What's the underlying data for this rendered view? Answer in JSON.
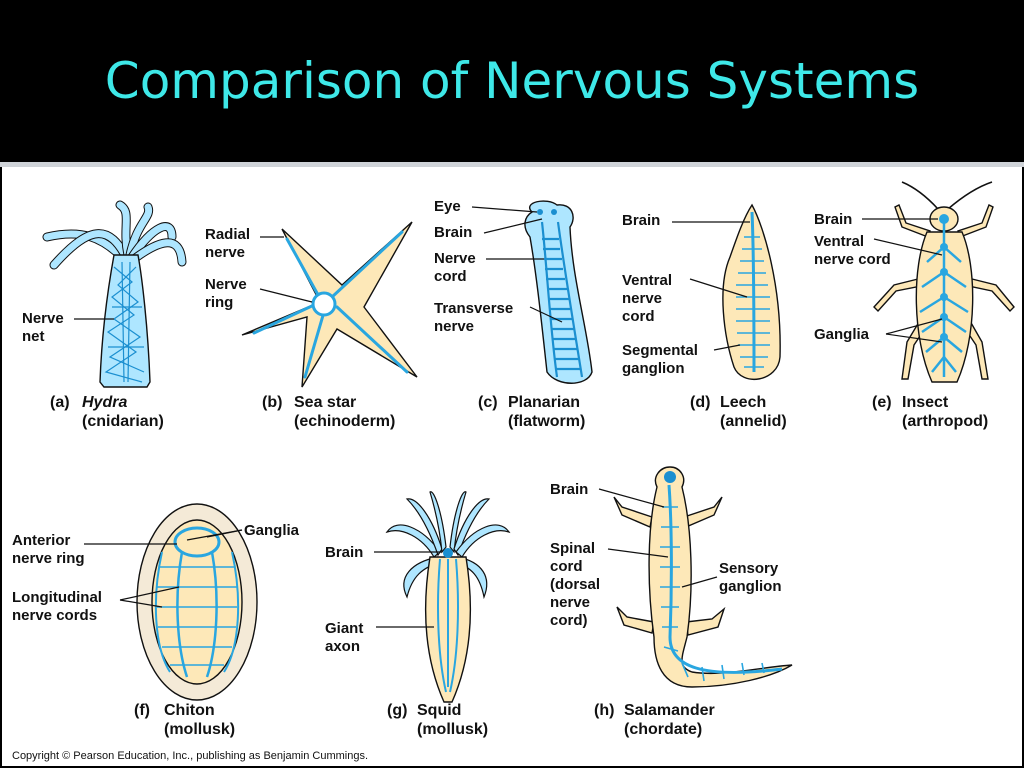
{
  "slide": {
    "title": "Comparison of Nervous Systems",
    "copyright": "Copyright © Pearson Education, Inc., publishing as Benjamin Cummings."
  },
  "colors": {
    "title": "#3ee8e8",
    "background": "#000000",
    "nerve": "#29a6e0",
    "body": "#fde8b8"
  },
  "panels": {
    "hydra": {
      "letter": "(a)",
      "name": "Hydra",
      "group": "(cnidarian)",
      "labels": [
        "Nerve",
        "net"
      ]
    },
    "seastar": {
      "letter": "(b)",
      "name": "Sea star",
      "group": "(echinoderm)",
      "labels": [
        "Radial",
        "nerve",
        "Nerve",
        "ring"
      ]
    },
    "planarian": {
      "letter": "(c)",
      "name": "Planarian",
      "group": "(flatworm)",
      "labels": [
        "Eye",
        "Brain",
        "Nerve",
        "cord",
        "Transverse",
        "nerve"
      ]
    },
    "leech": {
      "letter": "(d)",
      "name": "Leech",
      "group": "(annelid)",
      "labels": [
        "Brain",
        "Ventral",
        "nerve",
        "cord",
        "Segmental",
        "ganglion"
      ]
    },
    "insect": {
      "letter": "(e)",
      "name": "Insect",
      "group": "(arthropod)",
      "labels": [
        "Brain",
        "Ventral",
        "nerve cord",
        "Ganglia"
      ]
    },
    "chiton": {
      "letter": "(f)",
      "name": "Chiton",
      "group": "(mollusk)",
      "labels": [
        "Anterior",
        "nerve ring",
        "Ganglia",
        "Longitudinal",
        "nerve cords"
      ]
    },
    "squid": {
      "letter": "(g)",
      "name": "Squid",
      "group": "(mollusk)",
      "labels": [
        "Brain",
        "Giant",
        "axon"
      ]
    },
    "salamander": {
      "letter": "(h)",
      "name": "Salamander",
      "group": "(chordate)",
      "labels": [
        "Brain",
        "Spinal",
        "cord",
        "(dorsal",
        "nerve",
        "cord)",
        "Sensory",
        "ganglion"
      ]
    }
  }
}
